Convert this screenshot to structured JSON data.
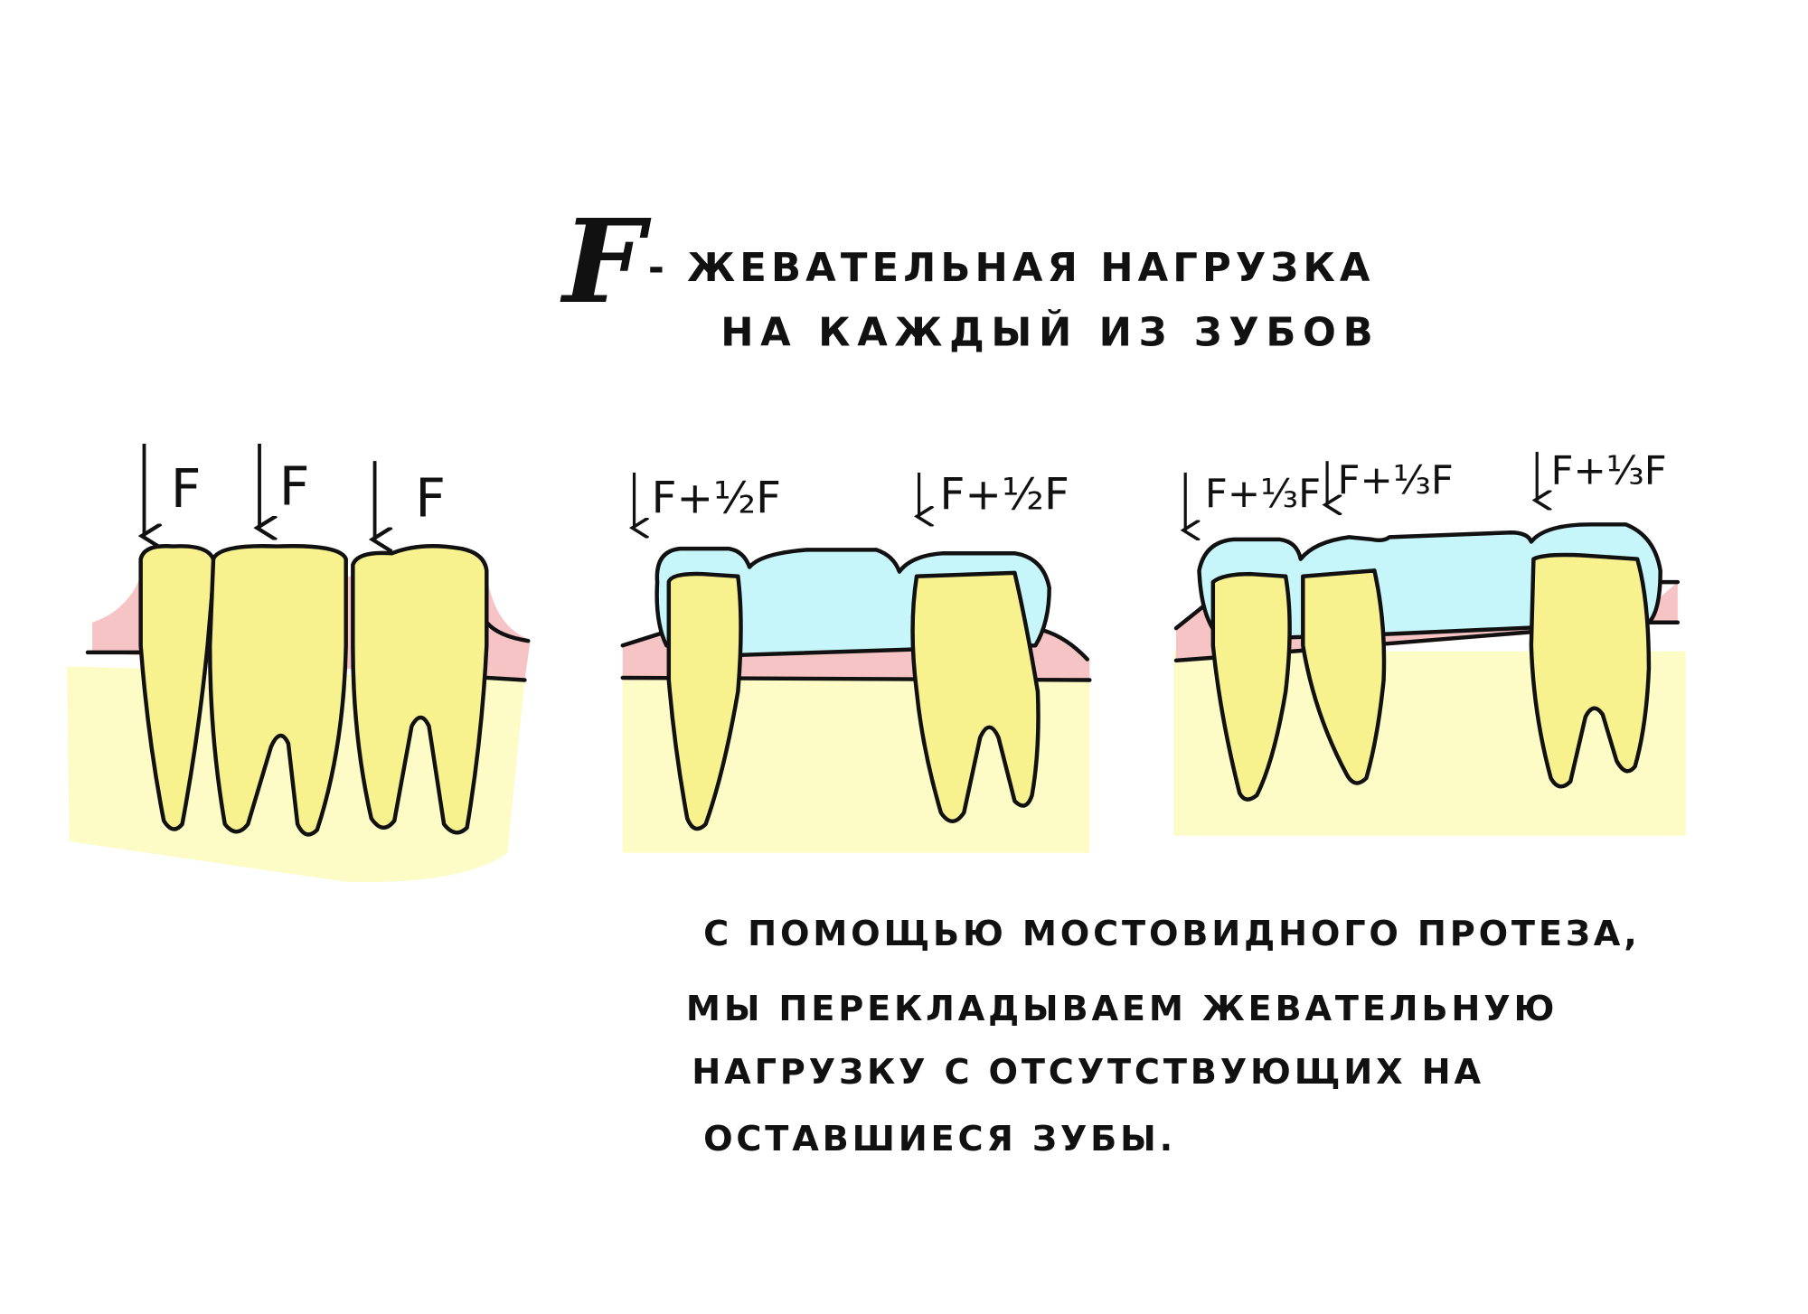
{
  "title": {
    "symbol": "F",
    "line1": "- жевательная нагрузка",
    "line2": "на каждый из зубов"
  },
  "panels": [
    {
      "name": "natural-teeth",
      "labels": [
        "F",
        "F",
        "F"
      ]
    },
    {
      "name": "bridge-two-abutments",
      "labels": [
        "F+½F",
        "F+½F"
      ]
    },
    {
      "name": "bridge-three-abutments",
      "labels": [
        "F+⅓F",
        "F+⅓F",
        "F+⅓F"
      ]
    }
  ],
  "caption": {
    "lines": [
      "с помощью мостовидного протеза,",
      "мы перекладываем жевательную",
      "нагрузку с отсутствующих на",
      "оставшиеся зубы."
    ]
  },
  "colors": {
    "tooth": "#f7f28e",
    "bone": "#fdfbc6",
    "gum": "#f6c4c4",
    "bridge": "#c6f6fa",
    "ink": "#111111"
  }
}
